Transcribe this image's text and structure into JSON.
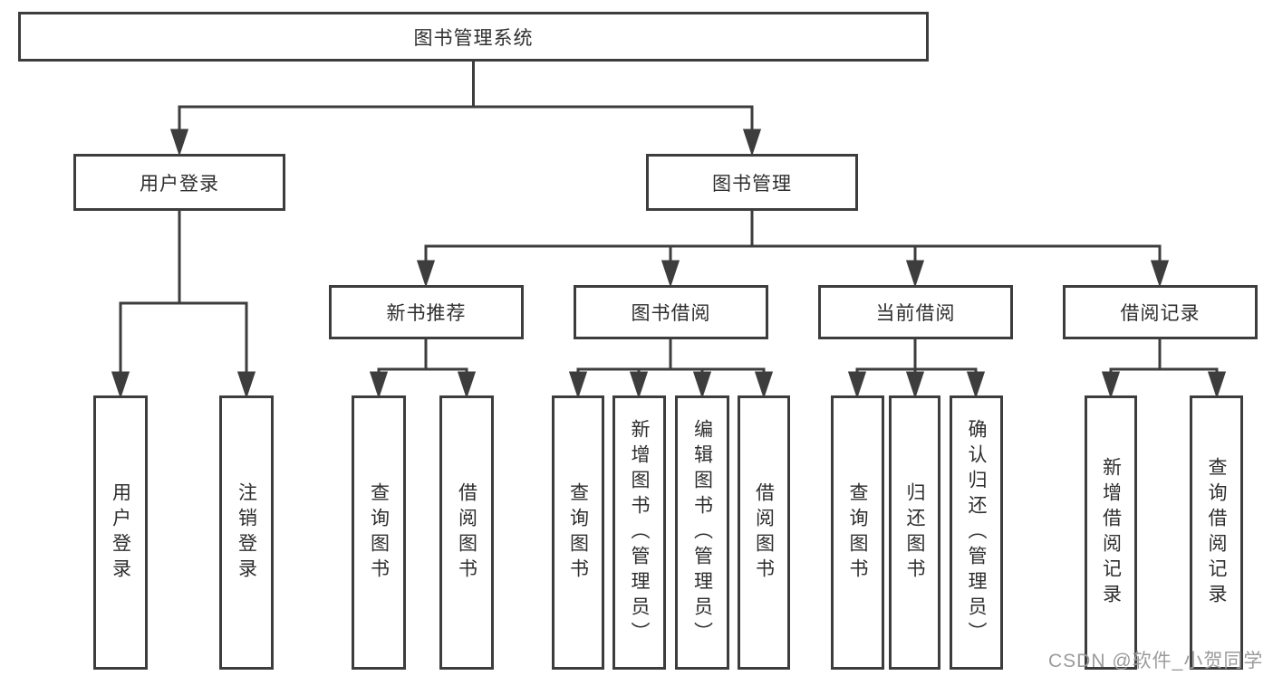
{
  "diagram": {
    "type": "hierarchy-tree",
    "root": {
      "label": "图书管理系统"
    },
    "level2": [
      {
        "label": "用户登录"
      },
      {
        "label": "图书管理"
      }
    ],
    "level3": [
      {
        "label": "新书推荐",
        "parent": "图书管理"
      },
      {
        "label": "图书借阅",
        "parent": "图书管理"
      },
      {
        "label": "当前借阅",
        "parent": "图书管理"
      },
      {
        "label": "借阅记录",
        "parent": "图书管理"
      }
    ],
    "leaves": [
      {
        "label": "用户登录",
        "parent": "用户登录"
      },
      {
        "label": "注销登录",
        "parent": "用户登录"
      },
      {
        "label": "查询图书",
        "parent": "新书推荐"
      },
      {
        "label": "借阅图书",
        "parent": "新书推荐"
      },
      {
        "label": "查询图书",
        "parent": "图书借阅"
      },
      {
        "label": "新增图书（管理员）",
        "parent": "图书借阅"
      },
      {
        "label": "编辑图书（管理员）",
        "parent": "图书借阅"
      },
      {
        "label": "借阅图书",
        "parent": "图书借阅"
      },
      {
        "label": "查询图书",
        "parent": "当前借阅"
      },
      {
        "label": "归还图书",
        "parent": "当前借阅"
      },
      {
        "label": "确认归还（管理员）",
        "parent": "当前借阅"
      },
      {
        "label": "新增借阅记录",
        "parent": "借阅记录"
      },
      {
        "label": "查询借阅记录",
        "parent": "借阅记录"
      }
    ],
    "colors": {
      "line": "#3d3d3d",
      "box_border": "#3d3d3d",
      "box_fill": "#ffffff",
      "text": "#2e2e2e",
      "watermark": "#9b9b9b",
      "background": "#ffffff"
    },
    "watermark": "CSDN @软件_小贺同学"
  }
}
